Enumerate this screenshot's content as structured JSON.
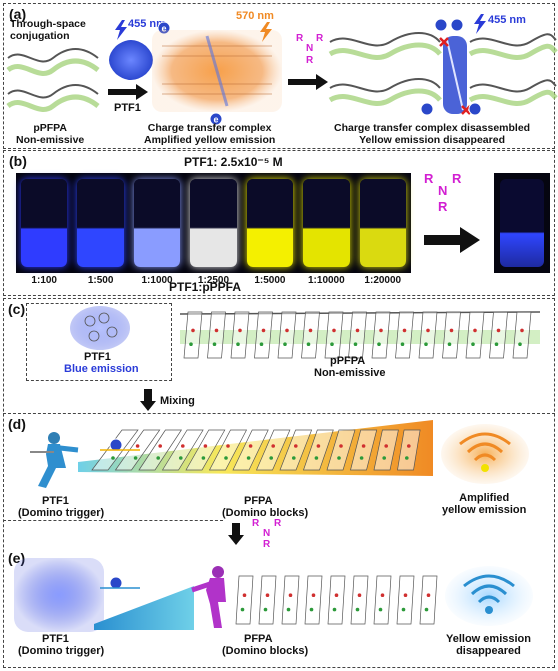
{
  "panel_a": {
    "label": "(a)",
    "through_space": "Through-space\nconjugation",
    "wavelength_blue": "455 nm",
    "wavelength_orange": "570 nm",
    "wavelength_blue_right": "455 nm",
    "ptf1_arrow_label": "PTF1",
    "ppfpa_label": "pPFPA\nNon-emissive",
    "ctc_label": "Charge transfer complex\nAmplified yellow emission",
    "ctc_disassembled_label": "Charge transfer complex disassembled\nYellow emission disappeared",
    "electron_symbol": "e",
    "amine_r": "R",
    "amine_n": "N"
  },
  "panel_b": {
    "label": "(b)",
    "concentration": "PTF1: 2.5x10⁻⁵ M",
    "ratio_title": "PTF1:pPPFA",
    "vials": [
      {
        "ratio": "1:100",
        "color": "#2f3cff"
      },
      {
        "ratio": "1:500",
        "color": "#2f46ff"
      },
      {
        "ratio": "1:1000",
        "color": "#8a9cff"
      },
      {
        "ratio": "1:2500",
        "color": "#e6e6e6"
      },
      {
        "ratio": "1:5000",
        "color": "#f4f000"
      },
      {
        "ratio": "1:10000",
        "color": "#e4e400"
      },
      {
        "ratio": "1:20000",
        "color": "#dada10"
      }
    ],
    "final_vial_color": "#2f46ff"
  },
  "panel_c": {
    "label": "(c)",
    "ptf1_name": "PTF1",
    "ptf1_emission": "Blue emission",
    "ppfpa_name": "pPFPA",
    "ppfpa_state": "Non-emissive",
    "mixing": "Mixing"
  },
  "panel_d": {
    "label": "(d)",
    "trigger_name": "PTF1",
    "trigger_role": "(Domino trigger)",
    "blocks_name": "PFPA",
    "blocks_role": "(Domino blocks)",
    "result": "Amplified\nyellow emission"
  },
  "panel_e": {
    "label": "(e)",
    "trigger_name": "PTF1",
    "trigger_role": "(Domino trigger)",
    "blocks_name": "PFPA",
    "blocks_role": "(Domino blocks)",
    "result": "Yellow emission\ndisappeared"
  },
  "colors": {
    "blue_emission": "#2a3bd8",
    "amine_magenta": "#d21fd2",
    "orange": "#f08a24",
    "yellow": "#f2e200",
    "electron": "#2a47c9"
  }
}
